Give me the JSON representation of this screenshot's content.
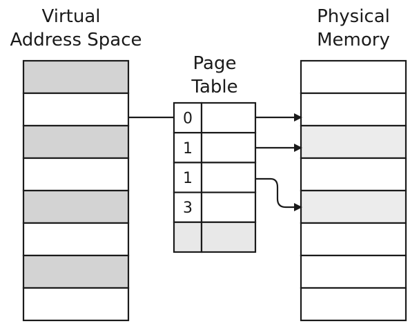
{
  "virtual": {
    "title_line1": "Virtual",
    "title_line2": "Address Space",
    "blocks": [
      {
        "shaded": true
      },
      {
        "shaded": false
      },
      {
        "shaded": true
      },
      {
        "shaded": false
      },
      {
        "shaded": true
      },
      {
        "shaded": false
      },
      {
        "shaded": true
      },
      {
        "shaded": false
      }
    ]
  },
  "page_table": {
    "title_line1": "Page",
    "title_line2": "Table",
    "entries": [
      {
        "index": "0",
        "shaded": false
      },
      {
        "index": "1",
        "shaded": false
      },
      {
        "index": "1",
        "shaded": false
      },
      {
        "index": "3",
        "shaded": false
      },
      {
        "index": "",
        "shaded": true
      }
    ]
  },
  "physical": {
    "title_line1": "Physical",
    "title_line2": "Memory",
    "frames": [
      {
        "shaded": false
      },
      {
        "shaded": false
      },
      {
        "shaded": true
      },
      {
        "shaded": false
      },
      {
        "shaded": true
      },
      {
        "shaded": false
      },
      {
        "shaded": false
      },
      {
        "shaded": false
      }
    ]
  },
  "colors": {
    "shade_virtual": "#d3d3d3",
    "shade_physical": "#ececec",
    "shade_table": "#e8e8e8",
    "stroke": "#1a1a1a"
  }
}
